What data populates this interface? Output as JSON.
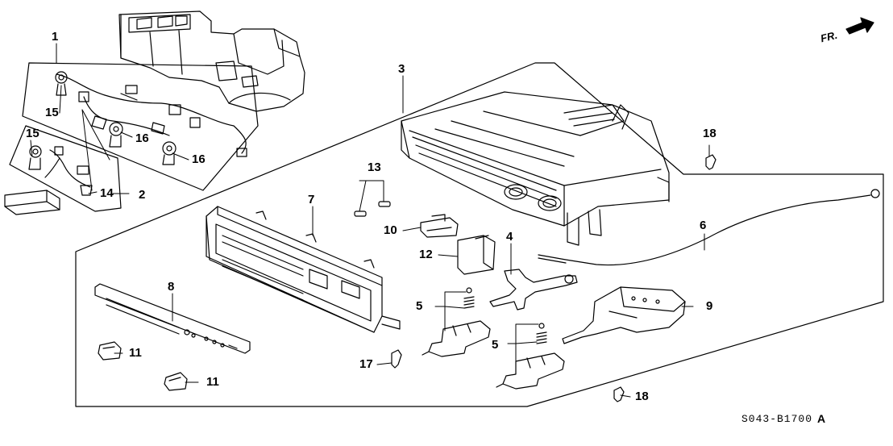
{
  "diagram": {
    "callouts": [
      "1",
      "2",
      "3",
      "4",
      "5",
      "5",
      "6",
      "7",
      "8",
      "9",
      "10",
      "11",
      "11",
      "12",
      "13",
      "14",
      "15",
      "15",
      "16",
      "16",
      "17",
      "18",
      "18"
    ],
    "direction_label": "FR.",
    "drawing_code": "S043-B1700",
    "revision": "A"
  }
}
